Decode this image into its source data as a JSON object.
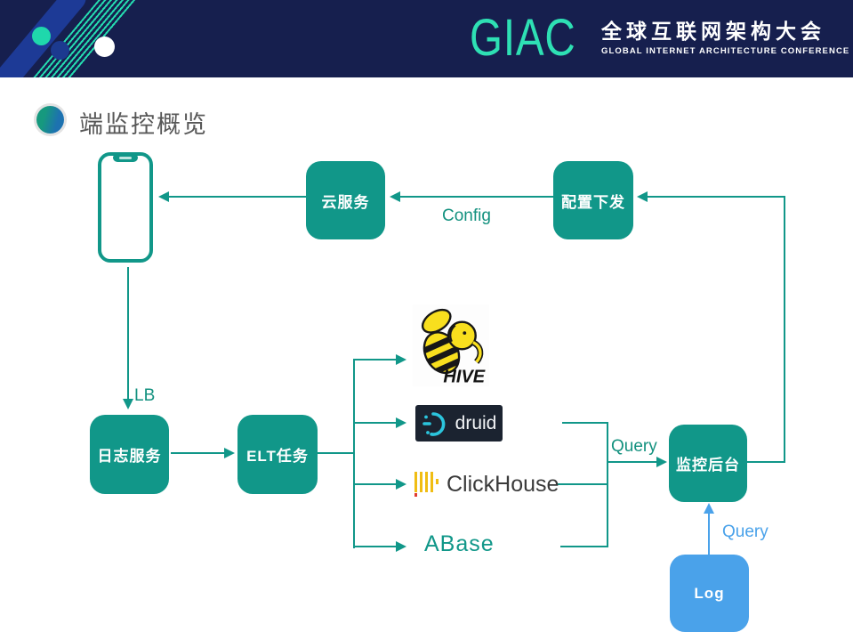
{
  "header": {
    "logo": "GIAC",
    "conference_name_cn": "全球互联网架构大会",
    "conference_name_en": "GLOBAL INTERNET ARCHITECTURE CONFERENCE"
  },
  "slide": {
    "title": "端监控概览"
  },
  "diagram": {
    "nodes": {
      "cloud_service": {
        "label": "云服务"
      },
      "config_push": {
        "label": "配置下发"
      },
      "log_service": {
        "label": "日志服务"
      },
      "elt_task": {
        "label": "ELT任务"
      },
      "monitor_backend": {
        "label": "监控后台"
      },
      "log": {
        "label": "Log"
      }
    },
    "datastores": {
      "hive": {
        "label": "HIVE"
      },
      "druid": {
        "label": "druid"
      },
      "clickhouse": {
        "label": "ClickHouse"
      },
      "abase": {
        "label": "ABase"
      }
    },
    "edge_labels": {
      "config": "Config",
      "lb": "LB",
      "query_main": "Query",
      "query_log": "Query"
    },
    "colors": {
      "teal": "#119789",
      "blue": "#4aa2ea",
      "header_navy": "#161f4e",
      "logo_teal": "#2ee0b4"
    }
  }
}
